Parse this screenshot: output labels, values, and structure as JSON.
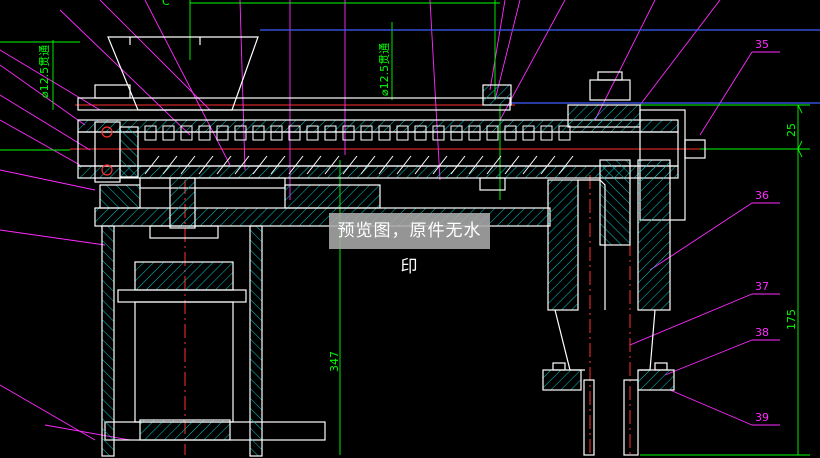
{
  "drawing": {
    "dim_left_diameter": "⌀12.5贯通",
    "dim_center_diameter": "⌀12.5贯通",
    "dim_height_small": "25",
    "dim_height_large": "175",
    "dim_vertical_center": "347",
    "top_edge_label": "C"
  },
  "balloons": [
    "35",
    "36",
    "37",
    "38",
    "39"
  ],
  "watermark": "预览图，原件无水印",
  "colors": {
    "background": "#000000",
    "outline": "#ffffff",
    "hatch": "#00c8c8",
    "dimension": "#00ff00",
    "leader": "#ff2bff",
    "blue_line": "#3c5cff",
    "red_line": "#ff3030"
  }
}
